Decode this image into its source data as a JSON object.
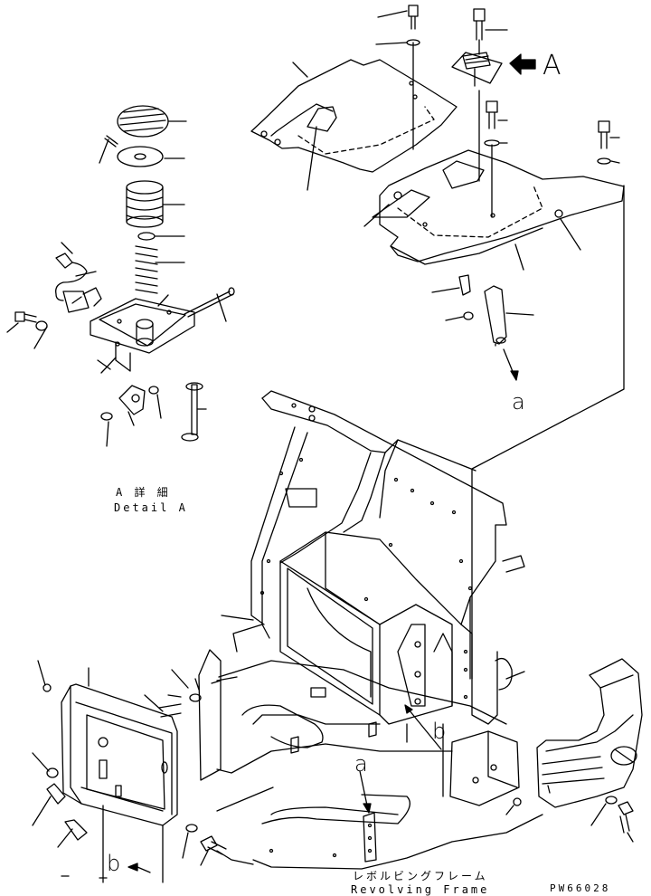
{
  "labels": {
    "view_a": "A",
    "detail_ja": "A 詳 細",
    "detail_en": "Detail A",
    "ref_a_top": "a",
    "ref_a_bottom": "a",
    "ref_b_right": "b",
    "ref_b_left": "b",
    "frame_ja": "レボルビングフレーム",
    "frame_en": "Revolving Frame",
    "drawing_code": "PW66028"
  },
  "colors": {
    "ink": "#000000",
    "paper": "#ffffff"
  }
}
